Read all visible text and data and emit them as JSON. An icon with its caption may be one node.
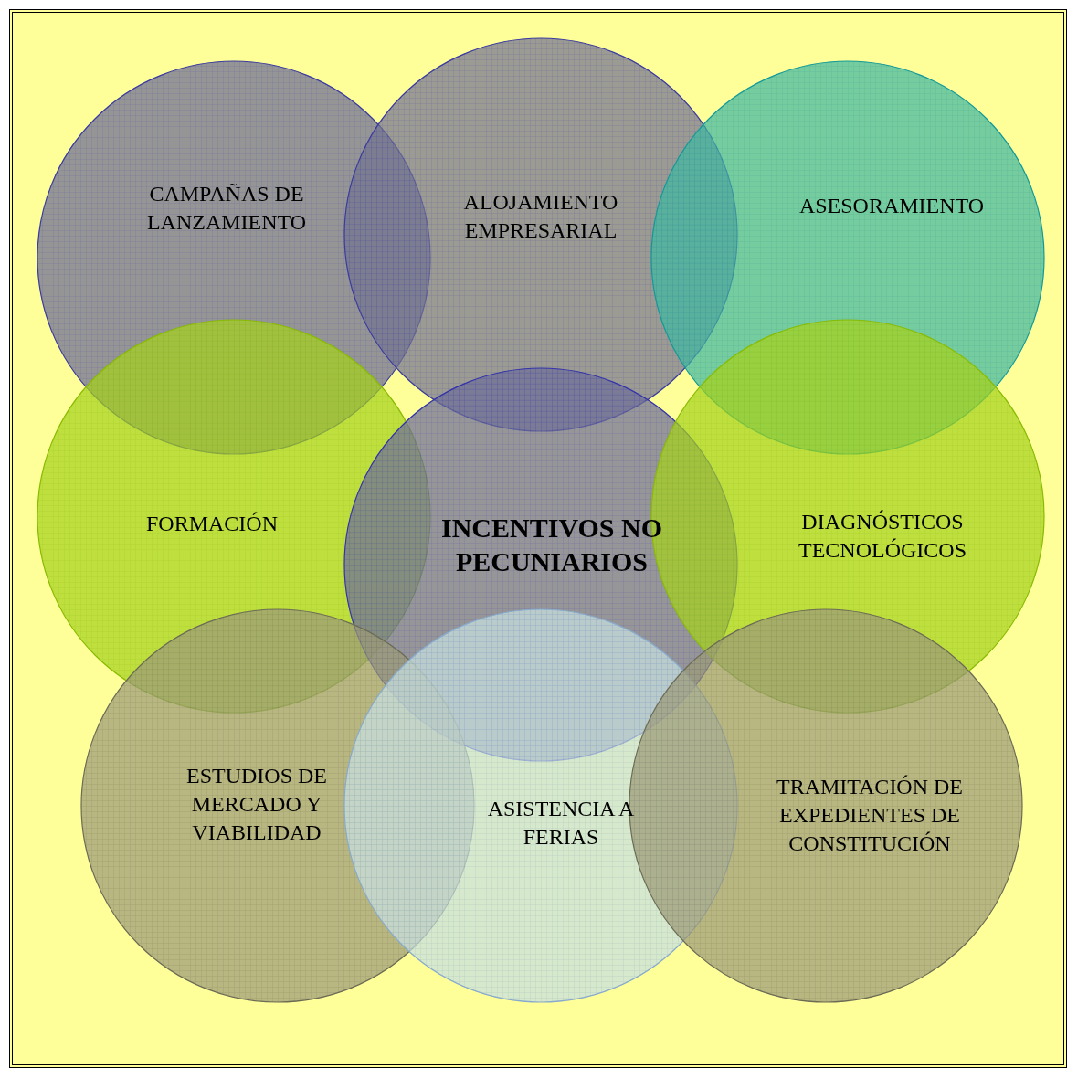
{
  "diagram": {
    "nodes": [
      {
        "text": [
          "CAMPAÑAS DE LANZAMIENTO"
        ]
      },
      {
        "text": [
          "ALOJAMIENTO EMPRESARIAL"
        ]
      },
      {
        "text": [
          "ASESORAMIENTO"
        ]
      },
      {
        "text": [
          "FORMACIÓN"
        ]
      },
      {
        "text": [
          "INCENTIVOS NO PECUNIARIOS"
        ]
      },
      {
        "text": [
          "DIAGNÓSTICOS TECNOLÓGICOS"
        ]
      },
      {
        "text": [
          "ESTUDIOS DE MERCADO Y VIABILIDAD"
        ]
      },
      {
        "text": [
          "ASISTENCIA A FERIAS"
        ]
      },
      {
        "text": [
          "TRAMITACIÓN DE EXPEDIENTES DE CONSTITUCIÓN"
        ]
      }
    ],
    "edges": []
  }
}
